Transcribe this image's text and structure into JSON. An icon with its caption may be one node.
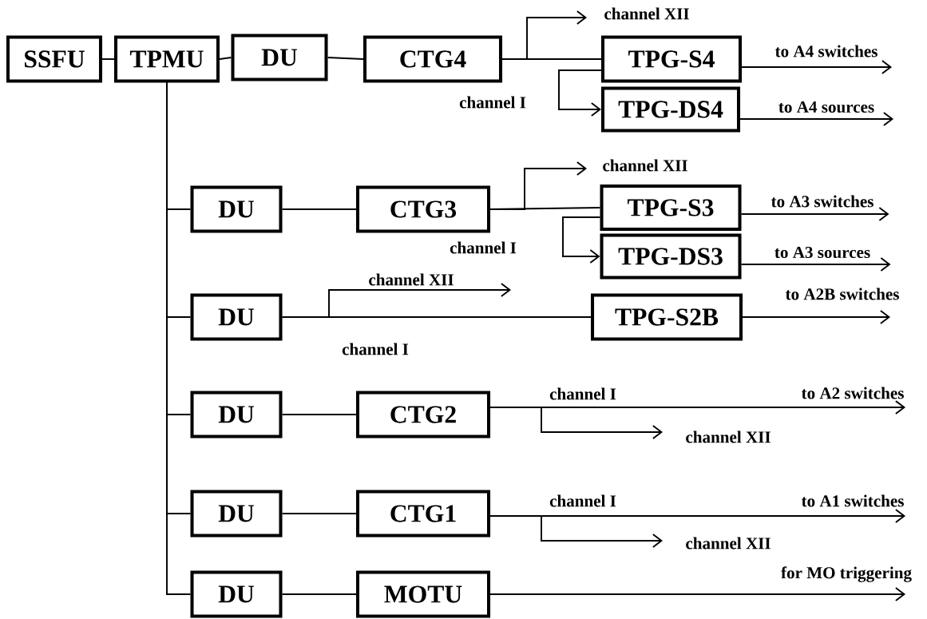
{
  "diagram": {
    "nodes": [
      {
        "text": [
          "SSFU"
        ]
      },
      {
        "text": [
          "TPMU"
        ]
      },
      {
        "text": [
          "DU"
        ]
      },
      {
        "text": [
          "CTG4"
        ]
      },
      {
        "text": [
          "TPG-S4"
        ]
      },
      {
        "text": [
          "TPG-DS4"
        ]
      },
      {
        "text": [
          "DU"
        ]
      },
      {
        "text": [
          "CTG3"
        ]
      },
      {
        "text": [
          "TPG-S3"
        ]
      },
      {
        "text": [
          "TPG-DS3"
        ]
      },
      {
        "text": [
          "DU"
        ]
      },
      {
        "text": [
          "TPG-S2B"
        ]
      },
      {
        "text": [
          "DU"
        ]
      },
      {
        "text": [
          "CTG2"
        ]
      },
      {
        "text": [
          "DU"
        ]
      },
      {
        "text": [
          "CTG1"
        ]
      },
      {
        "text": [
          "DU"
        ]
      },
      {
        "text": [
          "MOTU"
        ]
      }
    ],
    "edges": [
      {
        "from": 0,
        "to": 1,
        "arrow": "none"
      },
      {
        "from": 1,
        "to": 2,
        "arrow": "none"
      },
      {
        "from": 2,
        "to": 3,
        "arrow": "none"
      },
      {
        "from": 3,
        "to": 4,
        "arrow": "none",
        "label": "channel I"
      },
      {
        "from": 3,
        "to": null,
        "arrow": "to",
        "label": "channel XII"
      },
      {
        "from": 4,
        "to": 5,
        "arrow": "to"
      },
      {
        "from": 4,
        "to": null,
        "arrow": "to",
        "label": "to A4 switches"
      },
      {
        "from": 5,
        "to": null,
        "arrow": "to",
        "label": "to A4 sources"
      },
      {
        "from": 1,
        "to": 6,
        "arrow": "none"
      },
      {
        "from": 6,
        "to": 7,
        "arrow": "none"
      },
      {
        "from": 7,
        "to": 8,
        "arrow": "none",
        "label": "channel I"
      },
      {
        "from": 7,
        "to": null,
        "arrow": "to",
        "label": "channel XII"
      },
      {
        "from": 8,
        "to": 9,
        "arrow": "to"
      },
      {
        "from": 8,
        "to": null,
        "arrow": "to",
        "label": "to A3 switches"
      },
      {
        "from": 9,
        "to": null,
        "arrow": "to",
        "label": "to A3 sources"
      },
      {
        "from": 1,
        "to": 10,
        "arrow": "none"
      },
      {
        "from": 10,
        "to": 11,
        "arrow": "none",
        "label": "channel I"
      },
      {
        "from": 10,
        "to": null,
        "arrow": "to",
        "label": "channel XII"
      },
      {
        "from": 11,
        "to": null,
        "arrow": "to",
        "label": "to A2B switches"
      },
      {
        "from": 1,
        "to": 12,
        "arrow": "none"
      },
      {
        "from": 12,
        "to": 13,
        "arrow": "none"
      },
      {
        "from": 13,
        "to": null,
        "arrow": "to",
        "label": "to A2 switches"
      },
      {
        "from": 13,
        "to": null,
        "arrow": "to",
        "label": "channel XII"
      },
      {
        "from": 1,
        "to": 14,
        "arrow": "none"
      },
      {
        "from": 14,
        "to": 15,
        "arrow": "none"
      },
      {
        "from": 15,
        "to": null,
        "arrow": "to",
        "label": "to A1 switches"
      },
      {
        "from": 15,
        "to": null,
        "arrow": "to",
        "label": "channel XII"
      },
      {
        "from": 1,
        "to": 16,
        "arrow": "none"
      },
      {
        "from": 16,
        "to": 17,
        "arrow": "none"
      },
      {
        "from": 17,
        "to": null,
        "arrow": "to",
        "label": "for MO triggering"
      }
    ],
    "labels": [
      "channel I",
      "channel I"
    ]
  }
}
